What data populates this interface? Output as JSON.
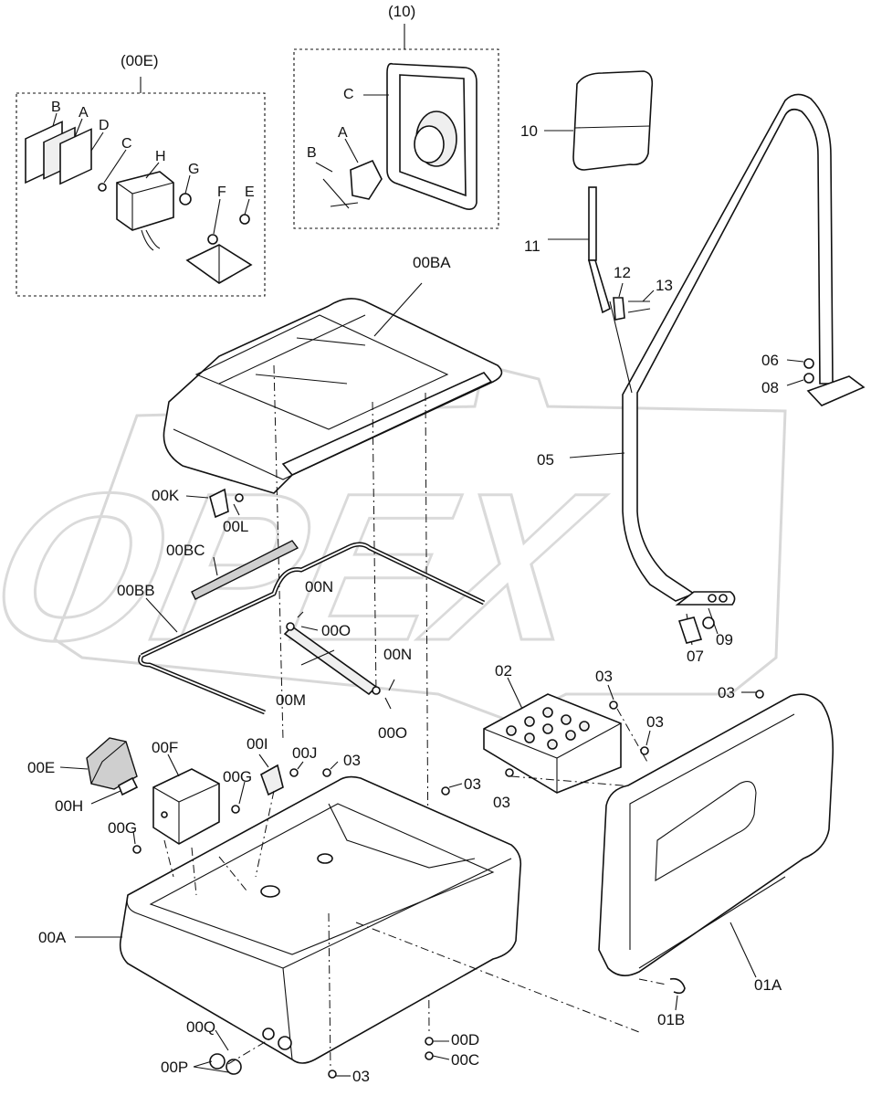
{
  "watermark": {
    "text": "OPEX"
  },
  "groups": {
    "left_group": "(00E)",
    "mirror_group": "(10)"
  },
  "callouts": {
    "e_B": "B",
    "e_A": "A",
    "e_D": "D",
    "e_C": "C",
    "e_H": "H",
    "e_G": "G",
    "e_F": "F",
    "e_E": "E",
    "m_C": "C",
    "m_A": "A",
    "m_B": "B",
    "p10": "10",
    "p11": "11",
    "p12": "12",
    "p13": "13",
    "p00BA": "00BA",
    "p06": "06",
    "p08": "08",
    "p05": "05",
    "p00K": "00K",
    "p00L": "00L",
    "p00BC": "00BC",
    "p00BB": "00BB",
    "p00N_1": "00N",
    "p00O_1": "00O",
    "p00N_2": "00N",
    "p00M": "00M",
    "p00O_2": "00O",
    "p07": "07",
    "p09": "09",
    "p02": "02",
    "p03_a": "03",
    "p03_b": "03",
    "p03_c": "03",
    "p03_d": "03",
    "p00E": "00E",
    "p00F": "00F",
    "p00I": "00I",
    "p00J": "00J",
    "p03_e": "03",
    "p00G_1": "00G",
    "p03_f": "03",
    "p00H": "00H",
    "p00G_2": "00G",
    "p00A": "00A",
    "p01A": "01A",
    "p01B": "01B",
    "p00Q": "00Q",
    "p00P": "00P",
    "p00D": "00D",
    "p00C": "00C",
    "p03_g": "03"
  }
}
